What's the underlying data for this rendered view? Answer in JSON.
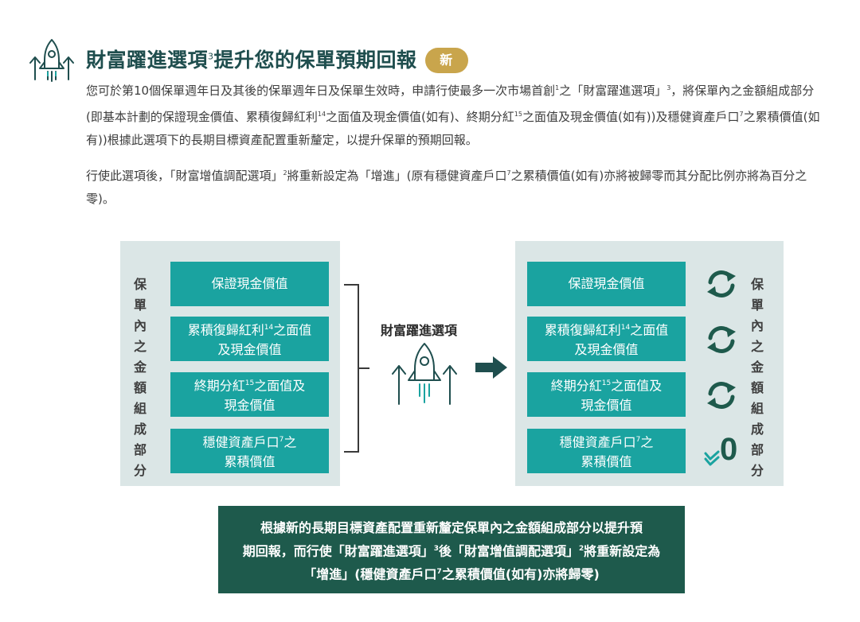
{
  "title": {
    "text": "財富躍進選項",
    "sup": "3",
    "text_after": "提升您的保單預期回報",
    "badge": "新"
  },
  "paragraph1": {
    "t1": "您可於第10個保單週年日及其後的保單週年日及保單生效時，申請行使最多一次市場首創",
    "s1": "1",
    "t2": "之「財富躍進選項」",
    "s2": "3",
    "t3": "，將保單內之金額組成部分(即基本計劃的保證現金價值、累積復歸紅利",
    "s3": "14",
    "t4": "之面值及現金價值(如有)、終期分紅",
    "s4": "15",
    "t5": "之面值及現金價值(如有))及穩健資產戶口",
    "s5": "7",
    "t6": "之累積價值(如有))根據此選項下的長期目標資產配置重新釐定，以提升保單的預期回報。"
  },
  "paragraph2": {
    "t1": "行使此選項後，「財富增值調配選項」",
    "s1": "2",
    "t2": "將重新設定為「增進」(原有穩健資產戶口",
    "s2": "7",
    "t3": "之累積價值(如有)亦將被歸零而其分配比例亦將為百分之零)。"
  },
  "diagram": {
    "side_label": "保單內之金額組成部分",
    "middle_label": "財富躍進選項",
    "zero_value": "0",
    "boxes": [
      {
        "line1": "保證現金價值"
      },
      {
        "line1a": "累積復歸紅利",
        "sup": "14",
        "line1b": "之面值",
        "line2": "及現金價值"
      },
      {
        "line1a": "終期分紅",
        "sup": "15",
        "line1b": "之面值及",
        "line2": "現金價值"
      },
      {
        "line1a": "穩健資產戶口",
        "sup": "7",
        "line1b": "之",
        "line2": "累積價值"
      }
    ]
  },
  "summary": {
    "l1": "根據新的長期目標資產配置重新釐定保單內之金額組成部分以提升預",
    "l2a": "期回報，而行使「財富躍進選項」",
    "s1": "3",
    "l2b": "後「財富增值調配選項」",
    "s2": "2",
    "l2c": "將重新設定為",
    "l3a": "「增進」(穩健資產戶口",
    "s3": "7",
    "l3b": "之累積價值(如有)亦將歸零)"
  },
  "colors": {
    "teal": "#1aa3a0",
    "panel": "#dbe6e6",
    "dark_green": "#1e5a4c",
    "gold": "#c9a54c",
    "title": "#1f4e4e"
  },
  "icons": [
    "rocket-icon",
    "cycle-arrows-icon",
    "arrow-right-icon",
    "zero-check-icon"
  ]
}
